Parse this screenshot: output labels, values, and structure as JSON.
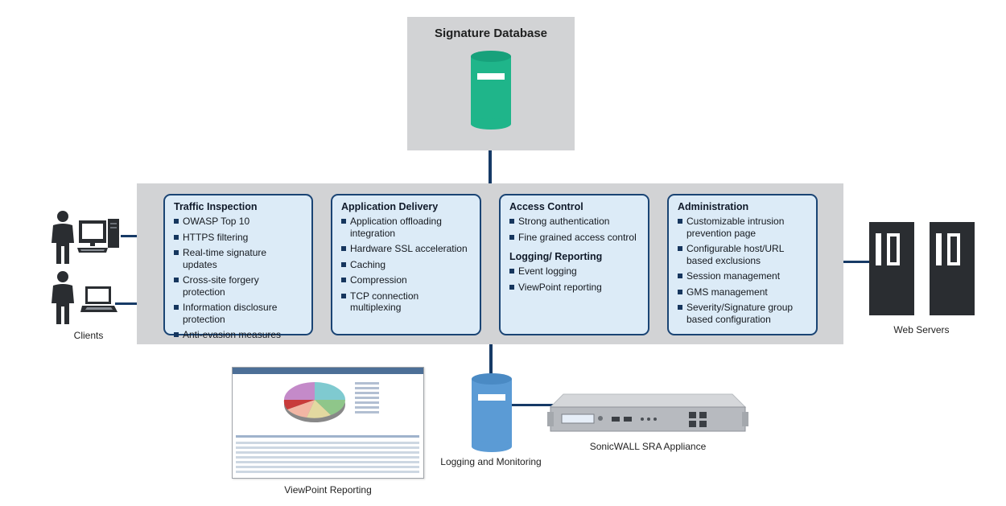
{
  "signature_db": {
    "title": "Signature Database"
  },
  "cards": [
    {
      "title": "Traffic Inspection",
      "items": [
        "OWASP Top 10",
        "HTTPS filtering",
        "Real-time signature updates",
        "Cross-site forgery protection",
        "Information disclosure protection",
        "Anti-evasion measures"
      ]
    },
    {
      "title": "Application Delivery",
      "items": [
        "Application offloading integration",
        "Hardware SSL acceleration",
        "Caching",
        "Compression",
        "TCP connection multiplexing"
      ]
    },
    {
      "title": "Access Control",
      "items": [
        "Strong authentication",
        "Fine grained access control"
      ],
      "subtitle": "Logging/ Reporting",
      "subitems": [
        "Event logging",
        "ViewPoint reporting"
      ]
    },
    {
      "title": "Administration",
      "items": [
        "Customizable intrusion prevention page",
        "Configurable host/URL based exclusions",
        "Session management",
        "GMS management",
        "Severity/Signature group based configuration"
      ]
    }
  ],
  "labels": {
    "clients": "Clients",
    "web_servers": "Web Servers",
    "logging": "Logging and Monitoring",
    "appliance": "SonicWALL SRA Appliance",
    "viewpoint": "ViewPoint Reporting"
  },
  "colors": {
    "connector": "#163a66",
    "card_fill": "#dcebf7",
    "panel_gray": "#d2d3d5",
    "signature_db_cylinder": "#1fb58a",
    "logging_db_cylinder": "#5b9bd5"
  },
  "icons": {
    "signature_db": "database-cylinder-icon",
    "logging_db": "database-cylinder-icon",
    "client_desktop": "desktop-computer-icon",
    "client_laptop": "laptop-computer-icon",
    "person": "person-icon",
    "server": "server-rack-icon",
    "appliance": "rack-appliance-icon"
  }
}
